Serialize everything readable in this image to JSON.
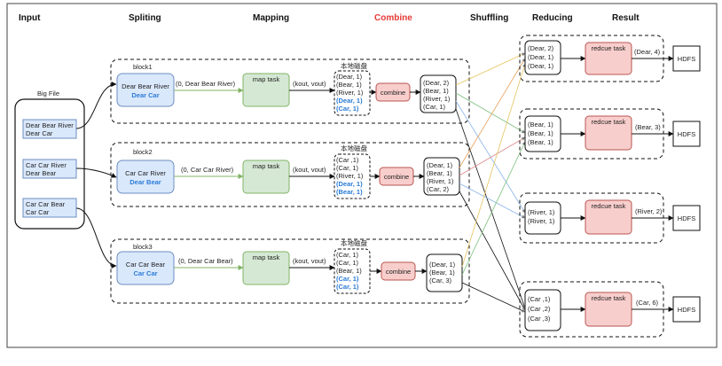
{
  "colors": {
    "combine_header": "#e53935",
    "input_fill": "#dae8fc",
    "input_stroke": "#6c8ebf",
    "map_fill": "#d5e8d4",
    "map_stroke": "#82b366",
    "pink_fill": "#f8cecc",
    "pink_stroke": "#b85450",
    "accent_text": "#2b7bd6"
  },
  "headers": {
    "input": "Input",
    "spliting": "Spliting",
    "mapping": "Mapping",
    "combine": "Combine",
    "shuffling": "Shuffling",
    "reducing": "Reducing",
    "result": "Result"
  },
  "big_file": {
    "title": "Big File",
    "lines": [
      [
        "Dear Bear River",
        "Dear Car"
      ],
      [
        "Car Car River",
        "Dear Bear"
      ],
      [
        "Car Car Bear",
        "Car Car"
      ]
    ]
  },
  "blocks": [
    {
      "name": "block1",
      "split": [
        "Dear Bear River",
        "Dear Car"
      ],
      "split_arrow": "(0, Dear Bear River)",
      "map": "map task",
      "map_arrow": "(kout, vout)",
      "disk_title": "本地磁盘",
      "disk": [
        "(Dear, 1)",
        "(Bear, 1)",
        "(River, 1)",
        "(Dear, 1)",
        "(Car, 1)"
      ],
      "disk_highlight": [
        3,
        4
      ],
      "combine": "combine",
      "combined": [
        "(Dear, 2)",
        "(Bear, 1)",
        "(River, 1)",
        "(Car, 1)"
      ]
    },
    {
      "name": "block2",
      "split": [
        "Car Car River",
        "Dear Bear"
      ],
      "split_arrow": "(0, Car Car River)",
      "map": "map task",
      "map_arrow": "(kout, vout)",
      "disk_title": "本地磁盘",
      "disk": [
        "(Car ,1)",
        "(Car, 1)",
        "(River, 1)",
        "(Dear, 1)",
        "(Bear, 1)"
      ],
      "disk_highlight": [
        3,
        4
      ],
      "combine": "combine",
      "combined": [
        "(Dear, 1)",
        "(Bear, 1)",
        "(River, 1)",
        "(Car, 2)"
      ]
    },
    {
      "name": "block3",
      "split": [
        "Car Car Bear",
        "Car Car"
      ],
      "split_arrow": "(0, Dear Car Bear)",
      "map": "map task",
      "map_arrow": "(kout, vout)",
      "disk_title": "本地磁盘",
      "disk": [
        "(Car, 1)",
        "(Car, 1)",
        "(Bear, 1)",
        "(Car, 1)",
        "(Car, 1)"
      ],
      "disk_highlight": [
        3,
        4
      ],
      "combine": "combine",
      "combined": [
        "(Dear, 1)",
        "(Bear, 1)",
        "(Car, 3)"
      ]
    }
  ],
  "reducers": [
    {
      "inputs": [
        "(Dear, 2)",
        "(Dear, 1)",
        "(Dear, 1)"
      ],
      "task": "redcue task",
      "out": "(Dear, 4)",
      "sink": "HDFS"
    },
    {
      "inputs": [
        "(Bear, 1)",
        "(Bear, 1)",
        "(Bear, 1)"
      ],
      "task": "redcue task",
      "out": "(Bear, 3)",
      "sink": "HDFS"
    },
    {
      "inputs": [
        "(River, 1)",
        "(River, 1)"
      ],
      "task": "redcue task",
      "out": "(River, 2)",
      "sink": "HDFS"
    },
    {
      "inputs": [
        "(Car ,1)",
        "(Car ,2)",
        "(Car ,3)"
      ],
      "task": "redcue task",
      "out": "(Car, 6)",
      "sink": "HDFS"
    }
  ]
}
